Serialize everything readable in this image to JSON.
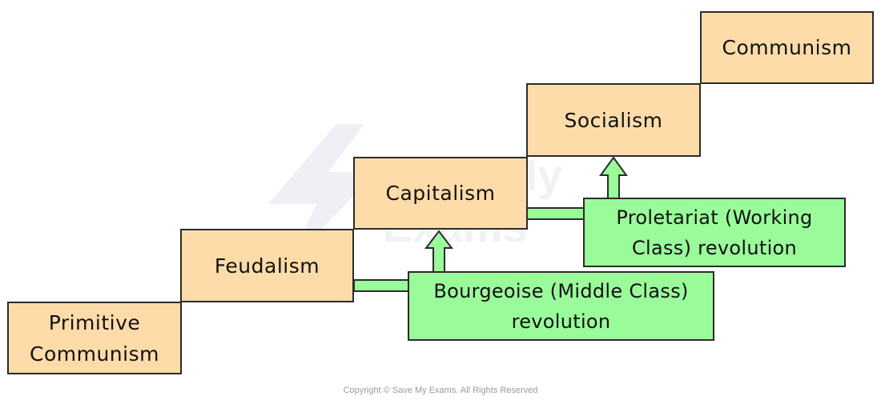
{
  "stages": [
    {
      "id": "primitive",
      "label": "Primitive\nCommunism"
    },
    {
      "id": "feudalism",
      "label": "Feudalism"
    },
    {
      "id": "capitalism",
      "label": "Capitalism"
    },
    {
      "id": "socialism",
      "label": "Socialism"
    },
    {
      "id": "communism",
      "label": "Communism"
    }
  ],
  "revolutions": [
    {
      "id": "bourgeoise",
      "label": "Bourgeoise (Middle Class)\nrevolution"
    },
    {
      "id": "proletariat",
      "label": "Proletariat (Working\nClass) revolution"
    }
  ],
  "watermark": "Save My Exams",
  "copyright": "Copyright © Save My Exams. All Rights Reserved",
  "colors": {
    "stage_fill": "#fddcaa",
    "revolution_fill": "#99fb99",
    "outline": "#2b2b2b",
    "watermark": "#eef0f6"
  }
}
